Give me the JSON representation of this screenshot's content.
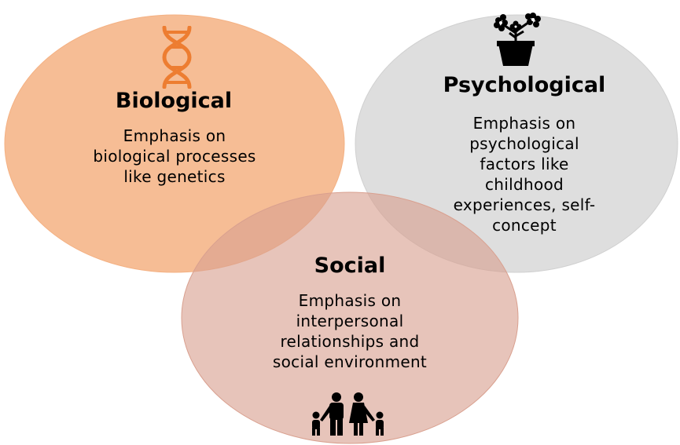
{
  "circles": {
    "biological": {
      "title": "Biological",
      "description_lines": [
        "Emphasis on",
        "biological processes",
        "like genetics"
      ],
      "color": "#F4B183",
      "icon": "dna-icon"
    },
    "psychological": {
      "title": "Psychological",
      "description_lines": [
        "Emphasis on",
        "psychological",
        "factors like",
        "childhood",
        "experiences, self-",
        "concept"
      ],
      "color": "#D9D9D9",
      "icon": "flower-pot-icon"
    },
    "social": {
      "title": "Social",
      "description_lines": [
        "Emphasis on",
        "interpersonal",
        "relationships and",
        "social environment"
      ],
      "color": "#E3B3A5",
      "icon": "family-icon"
    }
  },
  "icon_colors": {
    "dna": "#ED7D31",
    "flower": "#000000",
    "family": "#000000"
  }
}
